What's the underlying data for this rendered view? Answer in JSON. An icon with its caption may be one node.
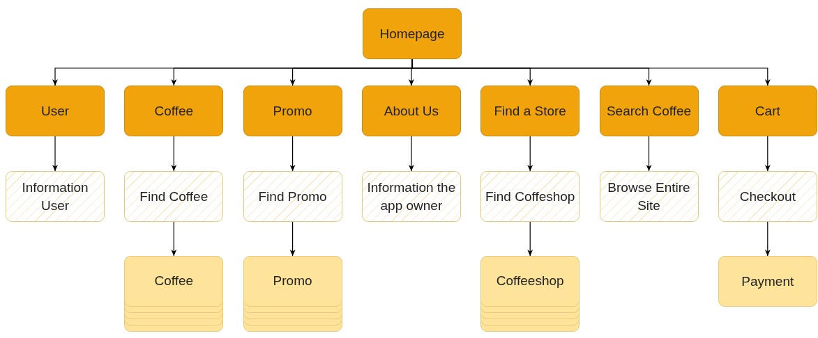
{
  "diagram": {
    "nodes": [
      {
        "text": [
          "Homepage"
        ]
      },
      {
        "text": [
          "User"
        ]
      },
      {
        "text": [
          "Coffee"
        ]
      },
      {
        "text": [
          "Promo"
        ]
      },
      {
        "text": [
          "About Us"
        ]
      },
      {
        "text": [
          "Find a Store"
        ]
      },
      {
        "text": [
          "Search Coffee"
        ]
      },
      {
        "text": [
          "Cart"
        ]
      },
      {
        "text": [
          "Information User"
        ]
      },
      {
        "text": [
          "Find Coffee"
        ]
      },
      {
        "text": [
          "Find Promo"
        ]
      },
      {
        "text": [
          "Information the app owner"
        ]
      },
      {
        "text": [
          "Find Coffeshop"
        ]
      },
      {
        "text": [
          "Browse Entire Site"
        ]
      },
      {
        "text": [
          "Checkout"
        ]
      },
      {
        "text": [
          "Coffee"
        ]
      },
      {
        "text": [
          "Promo"
        ]
      },
      {
        "text": [
          "Coffeeshop"
        ]
      },
      {
        "text": [
          "Payment"
        ]
      }
    ],
    "edges": [
      {
        "from": 0,
        "to": 1,
        "arrow": "to"
      },
      {
        "from": 0,
        "to": 2,
        "arrow": "to"
      },
      {
        "from": 0,
        "to": 3,
        "arrow": "to"
      },
      {
        "from": 0,
        "to": 4,
        "arrow": "to"
      },
      {
        "from": 0,
        "to": 5,
        "arrow": "to"
      },
      {
        "from": 0,
        "to": 6,
        "arrow": "to"
      },
      {
        "from": 0,
        "to": 7,
        "arrow": "to"
      },
      {
        "from": 1,
        "to": 8,
        "arrow": "to"
      },
      {
        "from": 2,
        "to": 9,
        "arrow": "to"
      },
      {
        "from": 3,
        "to": 10,
        "arrow": "to"
      },
      {
        "from": 4,
        "to": 11,
        "arrow": "to"
      },
      {
        "from": 5,
        "to": 12,
        "arrow": "to"
      },
      {
        "from": 6,
        "to": 13,
        "arrow": "to"
      },
      {
        "from": 7,
        "to": 14,
        "arrow": "to"
      },
      {
        "from": 9,
        "to": 15,
        "arrow": "to"
      },
      {
        "from": 10,
        "to": 16,
        "arrow": "to"
      },
      {
        "from": 12,
        "to": 17,
        "arrow": "to"
      },
      {
        "from": 14,
        "to": 18,
        "arrow": "to"
      }
    ]
  }
}
